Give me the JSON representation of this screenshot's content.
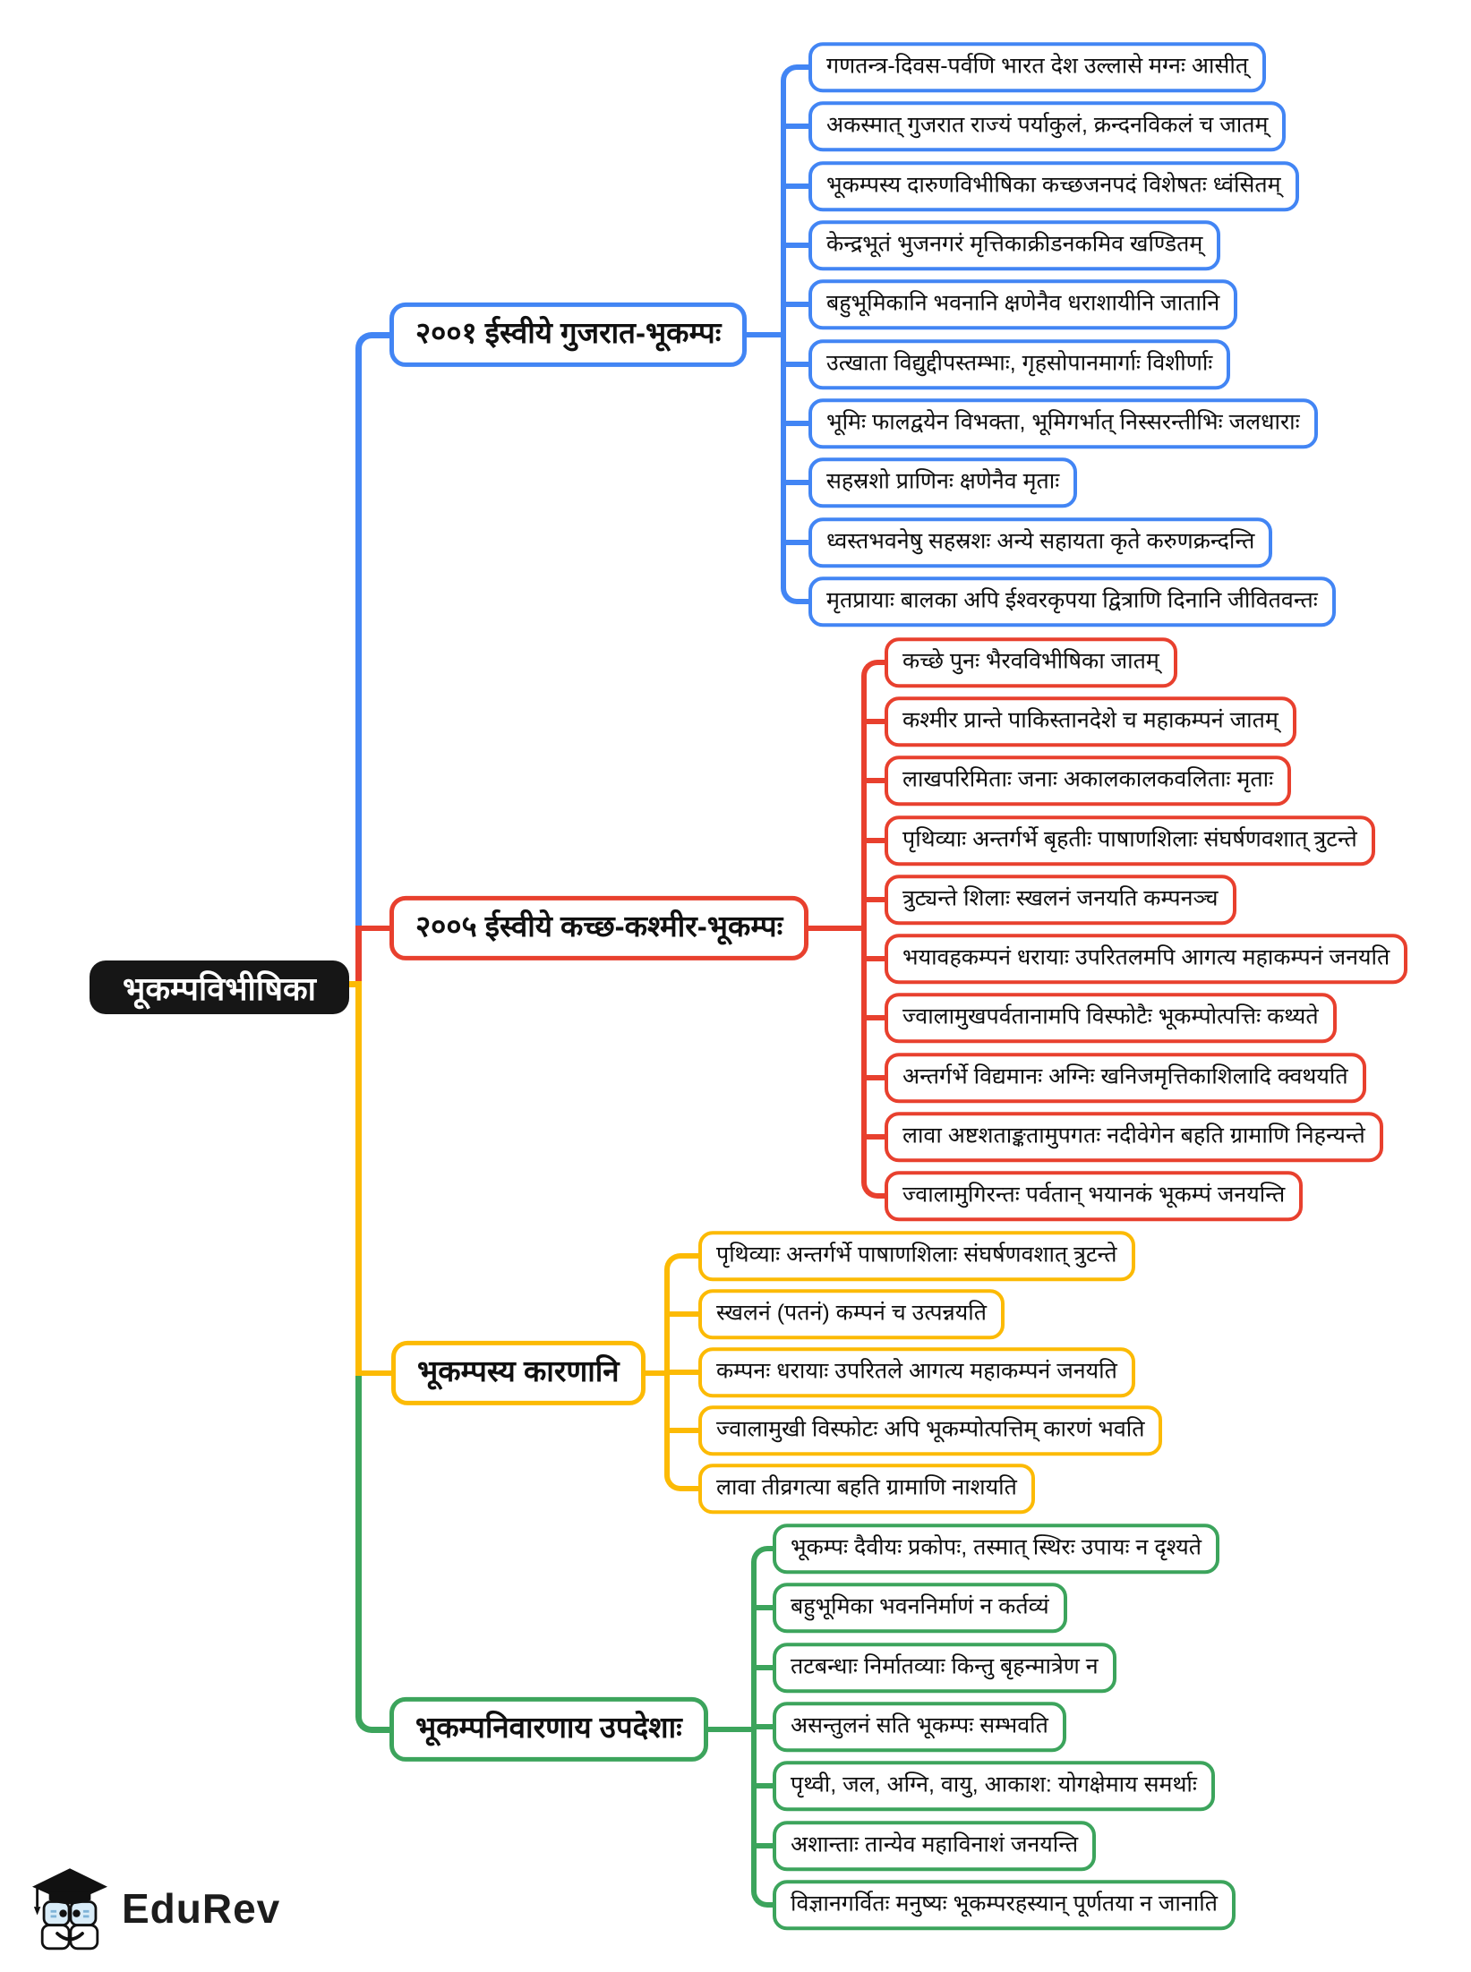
{
  "root": {
    "label": "भूकम्पविभीषिका",
    "bg_color": "#161616",
    "text_color": "#ffffff"
  },
  "branches": [
    {
      "id": "gujarat-2001",
      "label": "२००१ ईस्वीये गुजरात-भूकम्पः",
      "color": "#4285f4",
      "leaves": [
        "गणतन्त्र-दिवस-पर्वणि भारत देश उल्लासे मग्नः आसीत्",
        "अकस्मात् गुजरात राज्यं पर्याकुलं, क्रन्दनविकलं च जातम्",
        "भूकम्पस्य दारुणविभीषिका कच्छजनपदं विशेषतः ध्वंसितम्",
        "केन्द्रभूतं भुजनगरं मृत्तिकाक्रीडनकमिव खण्डितम्",
        "बहुभूमिकानि भवनानि क्षणेनैव धराशायीनि जातानि",
        "उत्खाता विद्युद्दीपस्तम्भाः, गृहसोपानमार्गाः विशीर्णाः",
        "भूमिः फालद्वयेन विभक्ता, भूमिगर्भात् निस्सरन्तीभिः जलधाराः",
        "सहस्रशो प्राणिनः क्षणेनैव मृताः",
        "ध्वस्तभवनेषु सहस्रशः अन्ये सहायता कृते करुणक्रन्दन्ति",
        "मृतप्रायाः बालका अपि ईश्वरकृपया द्वित्राणि दिनानि जीवितवन्तः"
      ]
    },
    {
      "id": "kutch-kashmir-2005",
      "label": "२००५ ईस्वीये कच्छ-कश्मीर-भूकम्पः",
      "color": "#e8402e",
      "leaves": [
        "कच्छे पुनः भैरवविभीषिका जातम्",
        "कश्मीर प्रान्ते पाकिस्तानदेशे च महाकम्पनं जातम्",
        "लाखपरिमिताः जनाः अकालकालकवलिताः मृताः",
        "पृथिव्याः अन्तर्गर्भे बृहतीः पाषाणशिलाः संघर्षणवशात् त्रुटन्ते",
        "त्रुट्यन्ते शिलाः स्खलनं जनयति कम्पनञ्च",
        "भयावहकम्पनं धरायाः उपरितलमपि आगत्य महाकम्पनं जनयति",
        "ज्वालामुखपर्वतानामपि विस्फोटैः भूकम्पोत्पत्तिः कथ्यते",
        "अन्तर्गर्भे विद्यमानः अग्निः खनिजमृत्तिकाशिलादि क्वथयति",
        "लावा अष्टशताङ्कतामुपगतः नदीवेगेन बहति ग्रामाणि निहन्यन्ते",
        "ज्वालामुगिरन्तः पर्वतान् भयानकं भूकम्पं जनयन्ति"
      ]
    },
    {
      "id": "causes",
      "label": "भूकम्पस्य कारणानि",
      "color": "#fcba04",
      "leaves": [
        "पृथिव्याः अन्तर्गर्भे पाषाणशिलाः संघर्षणवशात् त्रुटन्ते",
        "स्खलनं (पतनं) कम्पनं च उत्पन्नयति",
        "कम्पनः धरायाः उपरितले आगत्य महाकम्पनं जनयति",
        "ज्वालामुखी विस्फोटः अपि भूकम्पोत्पत्तिम् कारणं भवति",
        "लावा तीव्रगत्या बहति ग्रामाणि नाशयति"
      ]
    },
    {
      "id": "prevention",
      "label": "भूकम्पनिवारणाय उपदेशाः",
      "color": "#3ca45c",
      "leaves": [
        "भूकम्पः दैवीयः प्रकोपः, तस्मात् स्थिरः उपायः न दृश्यते",
        "बहुभूमिका भवननिर्माणं न कर्तव्यं",
        "तटबन्धाः निर्मातव्याः किन्तु बृहन्मात्रेण न",
        "असन्तुलनं सति भूकम्पः सम्भवति",
        "पृथ्वी, जल, अग्नि, वायु, आकाश: योगक्षेमाय समर्थाः",
        "अशान्ताः तान्येव महाविनाशं जनयन्ति",
        "विज्ञानगर्वितः मनुष्यः भूकम्परहस्यान् पूर्णतया न जानाति"
      ]
    }
  ],
  "logo": {
    "text": "EduRev"
  }
}
